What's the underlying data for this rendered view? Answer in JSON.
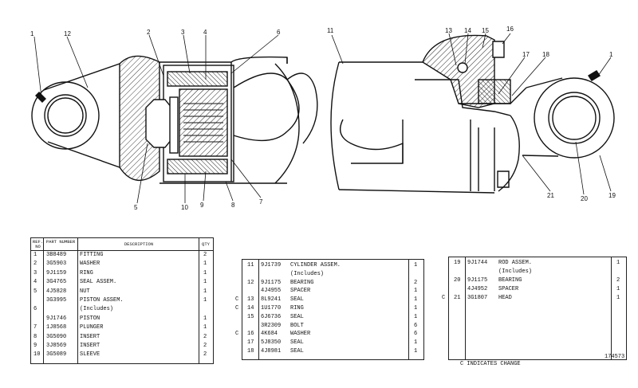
{
  "callouts": {
    "left": [
      "1",
      "12",
      "2",
      "3",
      "4",
      "6",
      "5",
      "10",
      "9",
      "8",
      "7"
    ],
    "right": [
      "11",
      "13",
      "14",
      "15",
      "16",
      "17",
      "18",
      "1",
      "21",
      "20",
      "19"
    ]
  },
  "table1": {
    "headers": {
      "ref": "REF. NO",
      "part": "PART NUMBER",
      "desc": "DESCRIPTION",
      "qty": "QTY"
    },
    "rows": [
      {
        "ref": "1",
        "part": "3B8489",
        "desc": "FITTING",
        "qty": "2"
      },
      {
        "ref": "2",
        "part": "3G5903",
        "desc": "WASHER",
        "qty": "1"
      },
      {
        "ref": "3",
        "part": "9J1159",
        "desc": "RING",
        "qty": "1"
      },
      {
        "ref": "4",
        "part": "3G4765",
        "desc": "SEAL ASSEM.",
        "qty": "1"
      },
      {
        "ref": "5",
        "part": "4J5828",
        "desc": "NUT",
        "qty": "1"
      },
      {
        "ref": "",
        "part": "3G3995",
        "desc": "PISTON ASSEM.",
        "qty": "1"
      },
      {
        "ref": "6",
        "part": "",
        "desc": "(Includes)",
        "qty": ""
      },
      {
        "ref": "",
        "part": "9J1746",
        "desc": "PISTON",
        "qty": "1"
      },
      {
        "ref": "7",
        "part": "1J8568",
        "desc": "PLUNGER",
        "qty": "1"
      },
      {
        "ref": "8",
        "part": "3G5090",
        "desc": "INSERT",
        "qty": "2"
      },
      {
        "ref": "9",
        "part": "3J8569",
        "desc": "INSERT",
        "qty": "2"
      },
      {
        "ref": "10",
        "part": "3G5089",
        "desc": "SLEEVE",
        "qty": "2"
      }
    ]
  },
  "table2": {
    "rows": [
      {
        "c": "",
        "ref": "11",
        "part": "9J1739",
        "desc": "CYLINDER ASSEM.",
        "qty": "1"
      },
      {
        "c": "",
        "ref": "",
        "part": "",
        "desc": "(Includes)",
        "qty": ""
      },
      {
        "c": "",
        "ref": "12",
        "part": "9J1175",
        "desc": "BEARING",
        "qty": "2"
      },
      {
        "c": "",
        "ref": "",
        "part": "4J4955",
        "desc": "SPACER",
        "qty": "1"
      },
      {
        "c": "C",
        "ref": "13",
        "part": "8L9241",
        "desc": "SEAL",
        "qty": "1"
      },
      {
        "c": "C",
        "ref": "14",
        "part": "1U1770",
        "desc": "RING",
        "qty": "1"
      },
      {
        "c": "",
        "ref": "15",
        "part": "6J6736",
        "desc": "SEAL",
        "qty": "1"
      },
      {
        "c": "",
        "ref": "",
        "part": "3R2309",
        "desc": "BOLT",
        "qty": "6"
      },
      {
        "c": "C",
        "ref": "16",
        "part": "4K684",
        "desc": "WASHER",
        "qty": "6"
      },
      {
        "c": "",
        "ref": "17",
        "part": "5J8350",
        "desc": "SEAL",
        "qty": "1"
      },
      {
        "c": "",
        "ref": "18",
        "part": "4J8981",
        "desc": "SEAL",
        "qty": "1"
      }
    ]
  },
  "table3": {
    "rows": [
      {
        "c": "",
        "ref": "19",
        "part": "9J1744",
        "desc": "ROD ASSEM.",
        "qty": "1"
      },
      {
        "c": "",
        "ref": "",
        "part": "",
        "desc": "(Includes)",
        "qty": ""
      },
      {
        "c": "",
        "ref": "20",
        "part": "9J1175",
        "desc": "BEARING",
        "qty": "2"
      },
      {
        "c": "",
        "ref": "",
        "part": "4J4952",
        "desc": "SPACER",
        "qty": "1"
      },
      {
        "c": "C",
        "ref": "21",
        "part": "3G1807",
        "desc": "HEAD",
        "qty": "1"
      }
    ]
  },
  "footer": {
    "legend": "C INDICATES CHANGE",
    "code": "174573"
  }
}
